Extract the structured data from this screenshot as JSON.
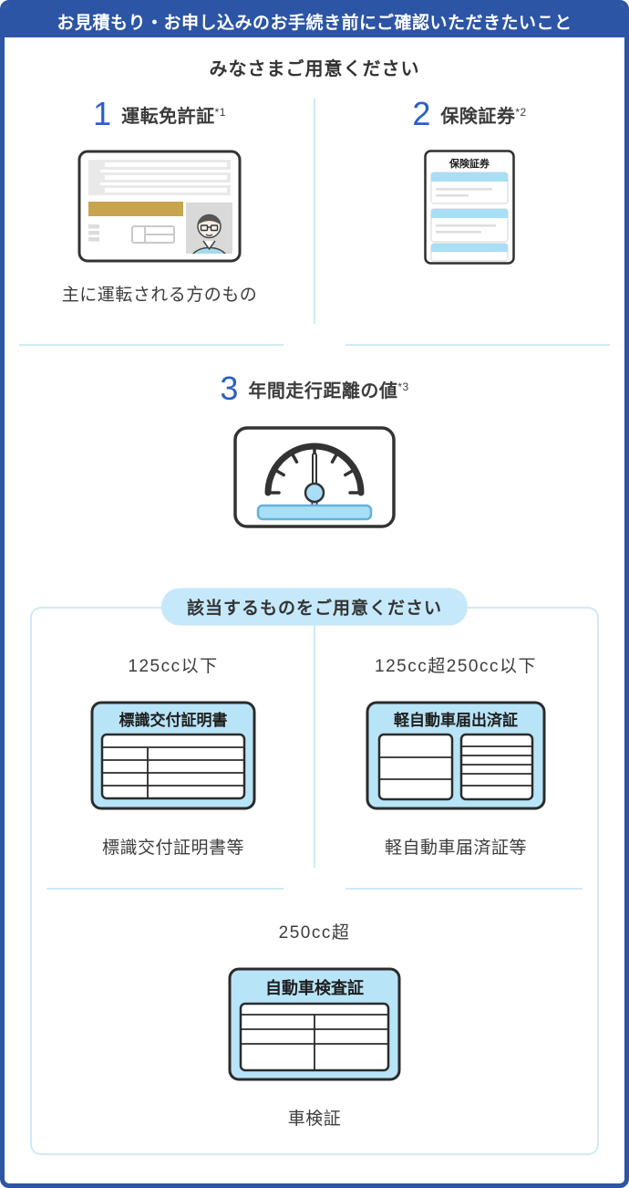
{
  "colors": {
    "primary_blue": "#2d55a5",
    "number_blue": "#2c5fc4",
    "card_light_blue": "#b8e4f8",
    "divider_pale_blue": "#cfe9f7",
    "badge_blue": "#c5e9fa",
    "text_dark": "#3c3c3c"
  },
  "header": {
    "title": "お見積もり・お申し込みのお手続き前にご確認いただきたいこと"
  },
  "prepare_all": {
    "title": "みなさまご用意ください",
    "item1": {
      "number": "1",
      "label": "運転免許証",
      "note": "*1",
      "caption": "主に運転される方のもの"
    },
    "item2": {
      "number": "2",
      "label": "保険証券",
      "note": "*2",
      "doc_title": "保険証券"
    },
    "item3": {
      "number": "3",
      "label": "年間走行距離の値",
      "note": "*3"
    }
  },
  "prepare_applicable": {
    "badge": "該当するものをご用意ください",
    "col1": {
      "heading": "125cc以下",
      "card_title": "標識交付証明書",
      "caption": "標識交付証明書等"
    },
    "col2": {
      "heading": "125cc超250cc以下",
      "card_title": "軽自動車届出済証",
      "caption": "軽自動車届済証等"
    },
    "col3": {
      "heading": "250cc超",
      "card_title": "自動車検査証",
      "caption": "車検証"
    }
  }
}
